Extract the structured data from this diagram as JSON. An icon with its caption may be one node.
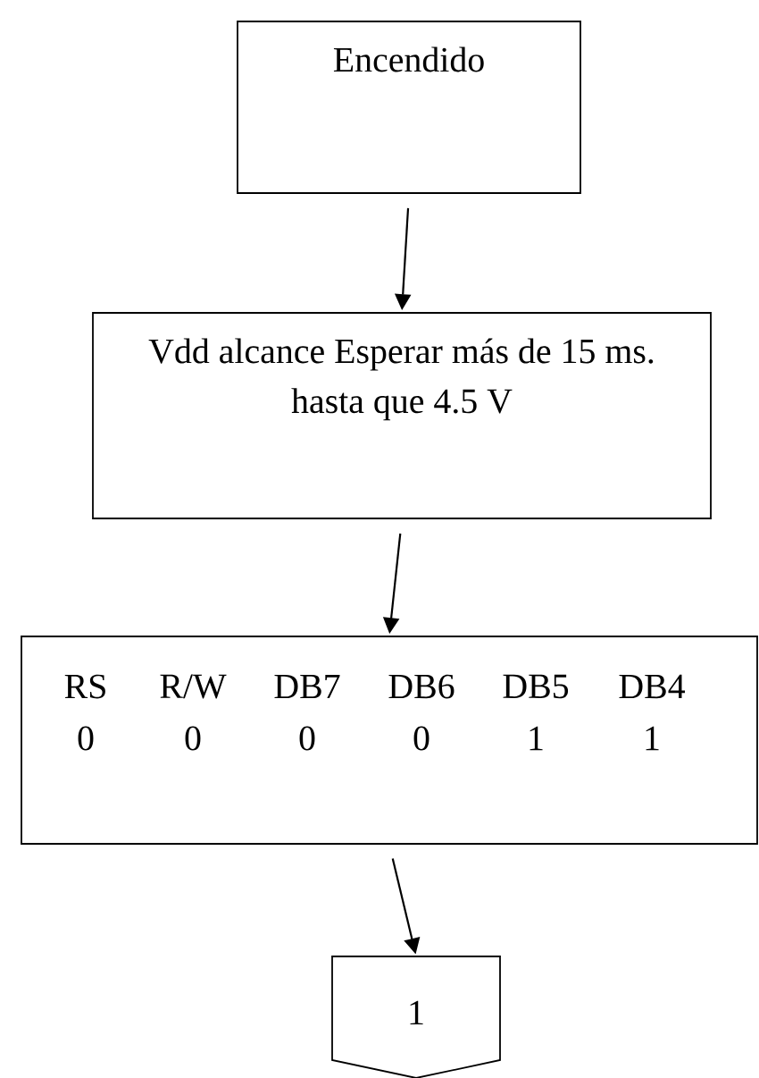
{
  "diagram": {
    "nodes": [
      {
        "text": [
          "Encendido"
        ]
      },
      {
        "text": [
          "Vdd alcance Esperar más de 15 ms. hasta que 4.5 V"
        ]
      },
      {
        "text": [
          "RS",
          "R/W",
          "DB7",
          "DB6",
          "DB5",
          "DB4",
          "0",
          "0",
          "0",
          "0",
          "1",
          "1"
        ]
      },
      {
        "text": [
          "1"
        ]
      }
    ],
    "edges": [
      {
        "from": 0,
        "to": 1,
        "arrow": "to"
      },
      {
        "from": 1,
        "to": 2,
        "arrow": "to"
      },
      {
        "from": 2,
        "to": 3,
        "arrow": "to"
      }
    ]
  }
}
